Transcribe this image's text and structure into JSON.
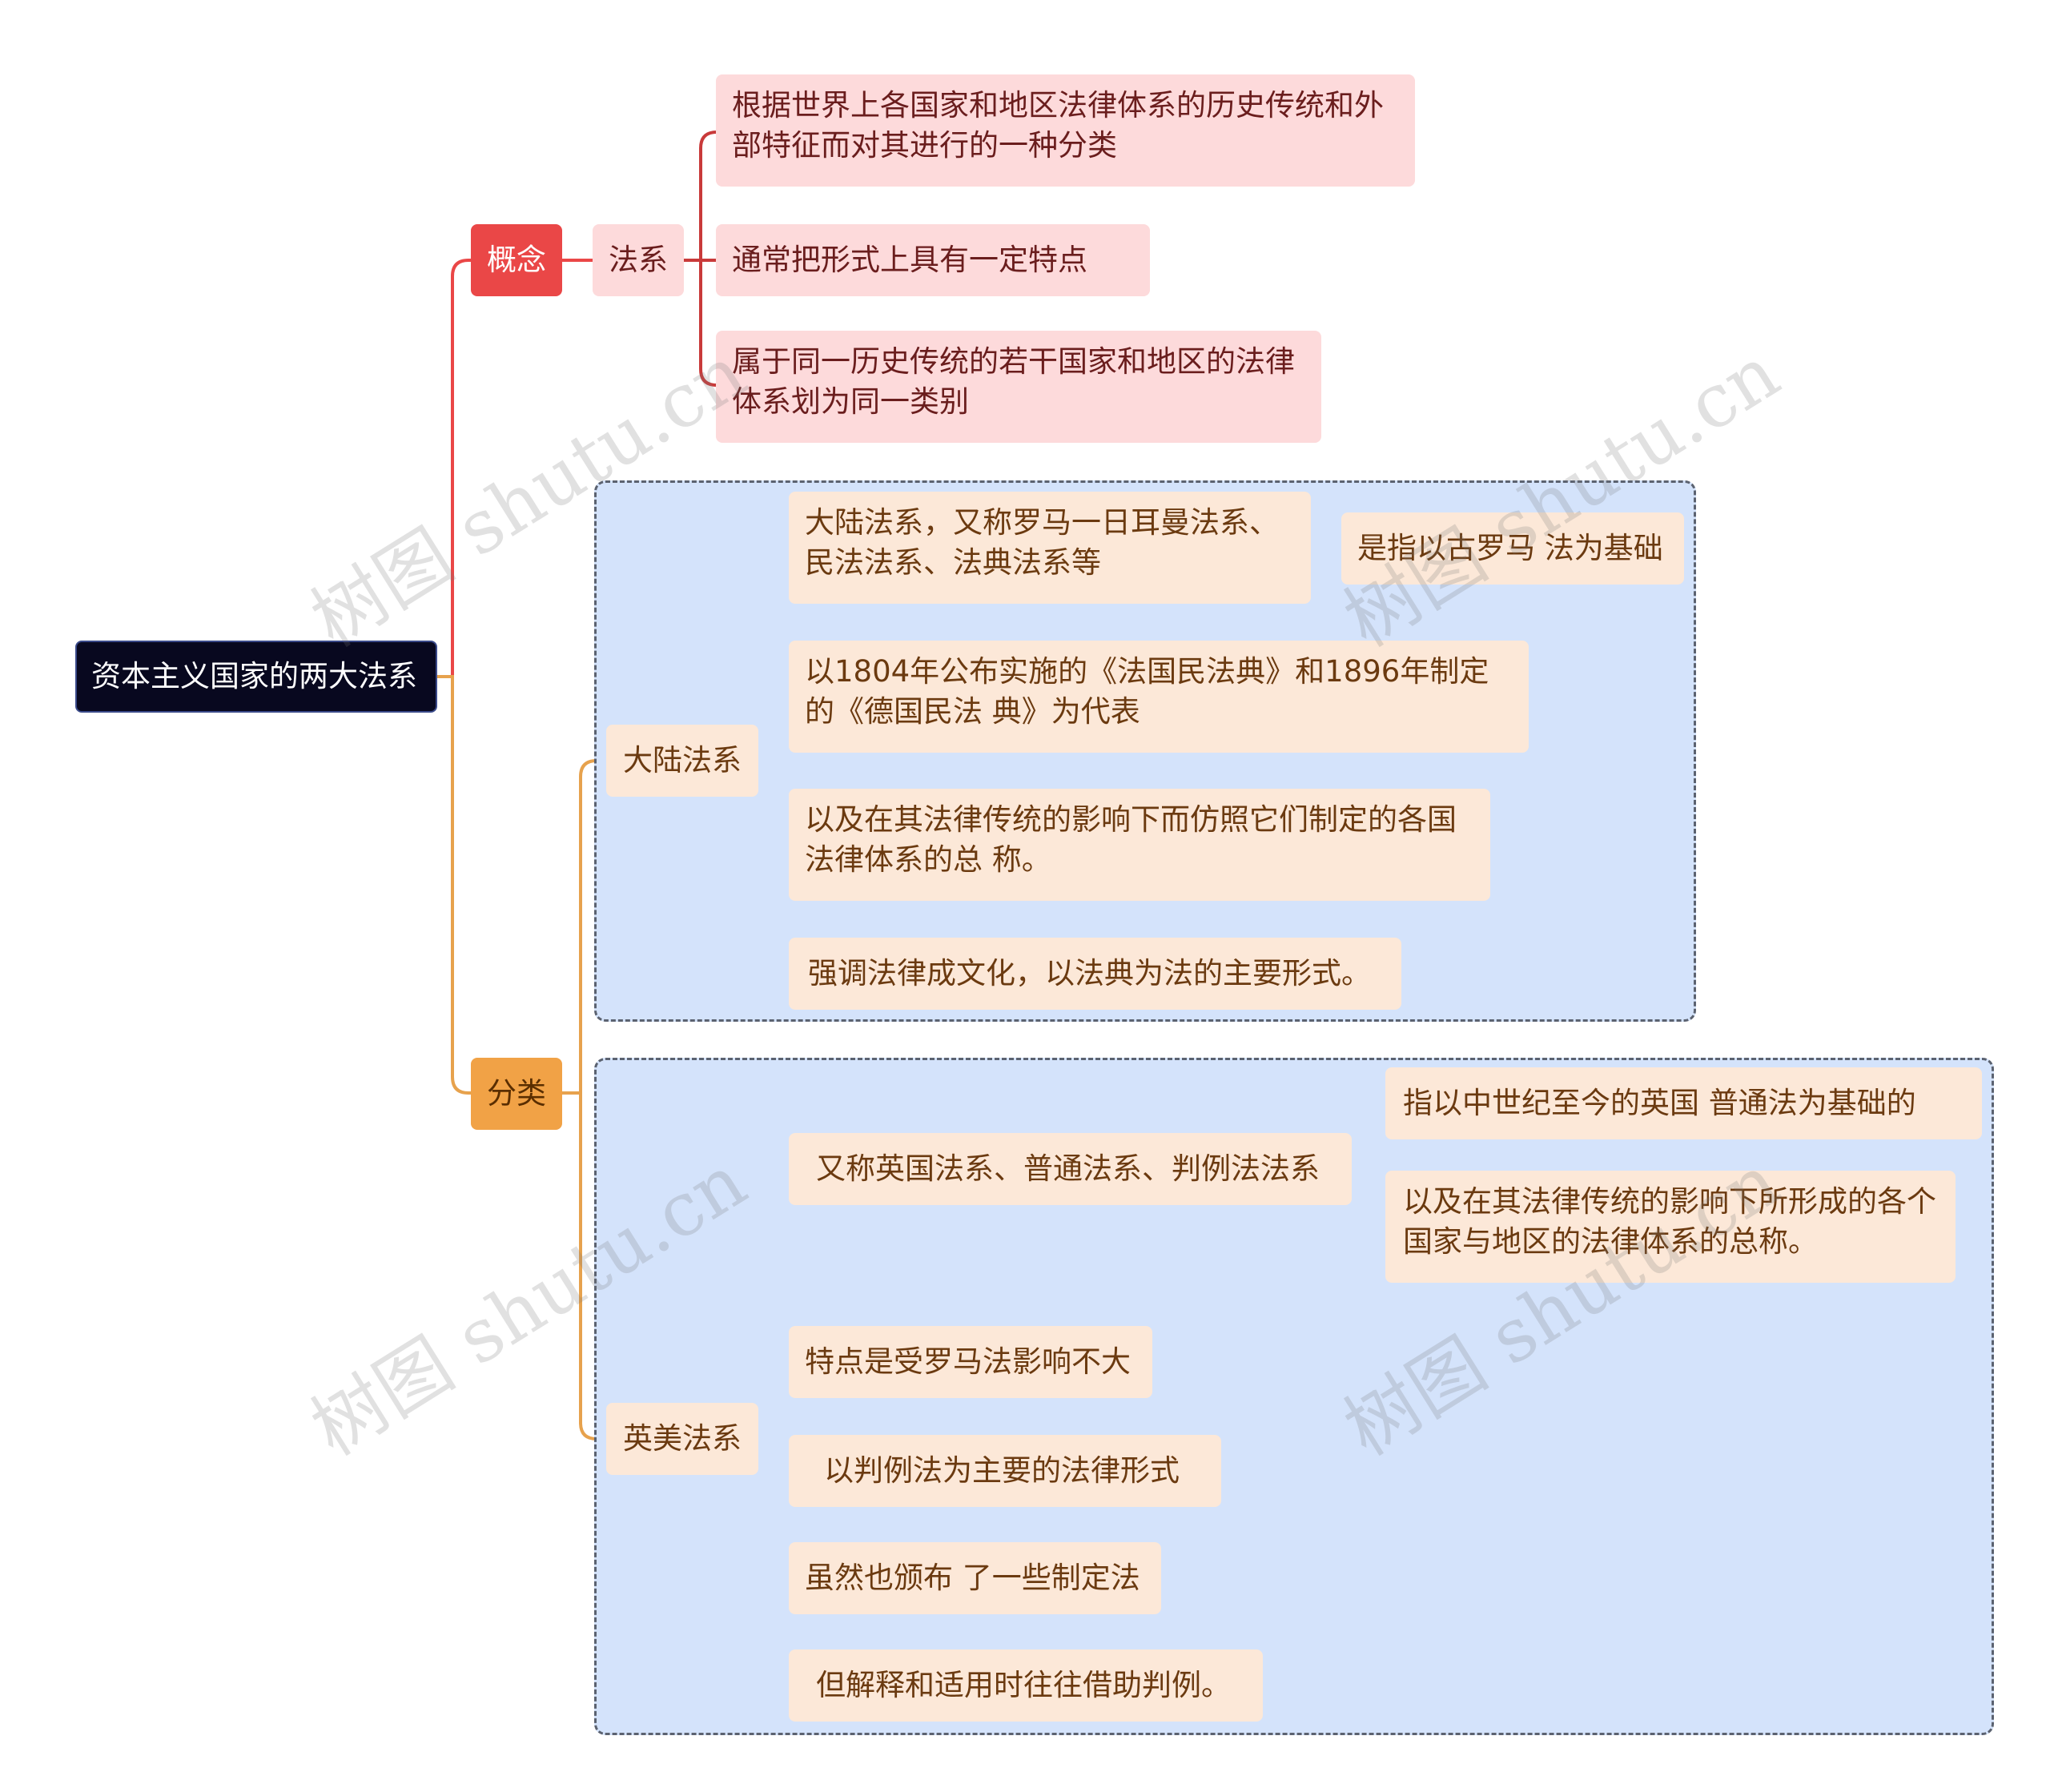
{
  "root": {
    "label": "资本主义国家的两大法系"
  },
  "concept": {
    "label": "概念",
    "term": "法系",
    "items": [
      "根据世界上各国家和地区法律体系的历史传统和外部特征而对其进行的一种分类",
      "通常把形式上具有一定特点",
      "属于同一历史传统的若干国家和地区的法律体系划为同一类别"
    ]
  },
  "classification": {
    "label": "分类",
    "continental": {
      "label": "大陆法系",
      "items": [
        "大陆法系，又称罗马一日耳曼法系、民法法系、法典法系等",
        "以1804年公布实施的《法国民法典》和1896年制定的《德国民法 典》为代表",
        "以及在其法律传统的影响下而仿照它们制定的各国法律体系的总 称。",
        "强调法律成文化，以法典为法的主要形式。"
      ],
      "sub": "是指以古罗马 法为基础"
    },
    "anglo": {
      "label": "英美法系",
      "items": [
        "又称英国法系、普通法系、判例法法系",
        "特点是受罗马法影响不大",
        "以判例法为主要的法律形式",
        "虽然也颁布 了一些制定法",
        "但解释和适用时往往借助判例。"
      ],
      "subs": [
        "指以中世纪至今的英国 普通法为基础的",
        "以及在其法律传统的影响下所形成的各个国家与地区的法律体系的总称。"
      ]
    }
  },
  "watermark": "树图 shutu.cn",
  "colors": {
    "concept_branch": "#ea4747",
    "classification_branch": "#e7a24d",
    "zone": "#d4e3fb",
    "root": "#08081f"
  }
}
